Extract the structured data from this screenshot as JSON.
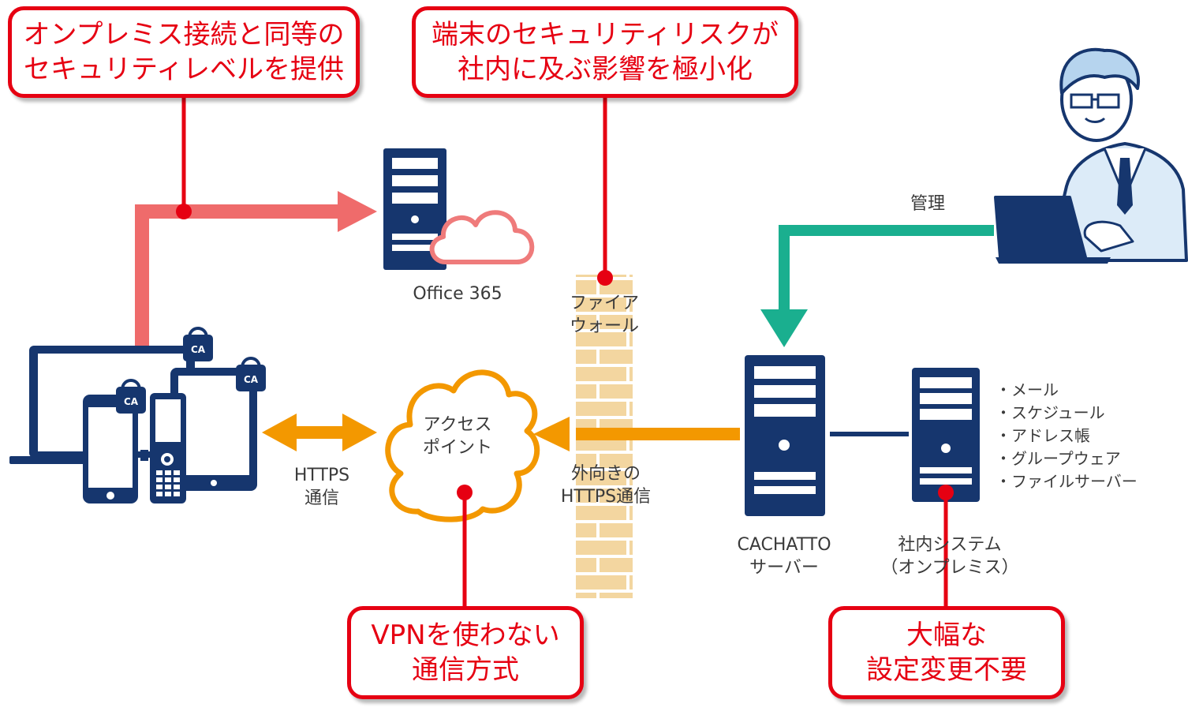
{
  "colors": {
    "callout_red": "#e60012",
    "office_arrow": "#ef6b6b",
    "admin_arrow": "#1aaf8f",
    "https_arrow": "#f39800",
    "navy": "#16366e",
    "firewall": "#f3d6a0",
    "cloud_pink": "#ef7b7b"
  },
  "callouts": {
    "onpremise_security": [
      "オンプレミス接続と同等の",
      "セキュリティレベルを提供"
    ],
    "minimize_risk": [
      "端末のセキュリティリスクが",
      "社内に及ぶ影響を極小化"
    ],
    "no_vpn": [
      "VPNを使わない",
      "通信方式"
    ],
    "no_config_change": [
      "大幅な",
      "設定変更不要"
    ]
  },
  "labels": {
    "office365": "Office 365",
    "firewall": [
      "ファイア",
      "ウォール"
    ],
    "access_point": [
      "アクセス",
      "ポイント"
    ],
    "https": [
      "HTTPS",
      "通信"
    ],
    "outbound_https": [
      "外向きの",
      "HTTPS通信"
    ],
    "management": "管理",
    "cachatto_server": [
      "CACHATTO",
      "サーバー"
    ],
    "internal_system": [
      "社内システム",
      "（オンプレミス）"
    ],
    "ca_badge": "CA"
  },
  "internal_services": [
    "メール",
    "スケジュール",
    "アドレス帳",
    "グループウェア",
    "ファイルサーバー"
  ]
}
